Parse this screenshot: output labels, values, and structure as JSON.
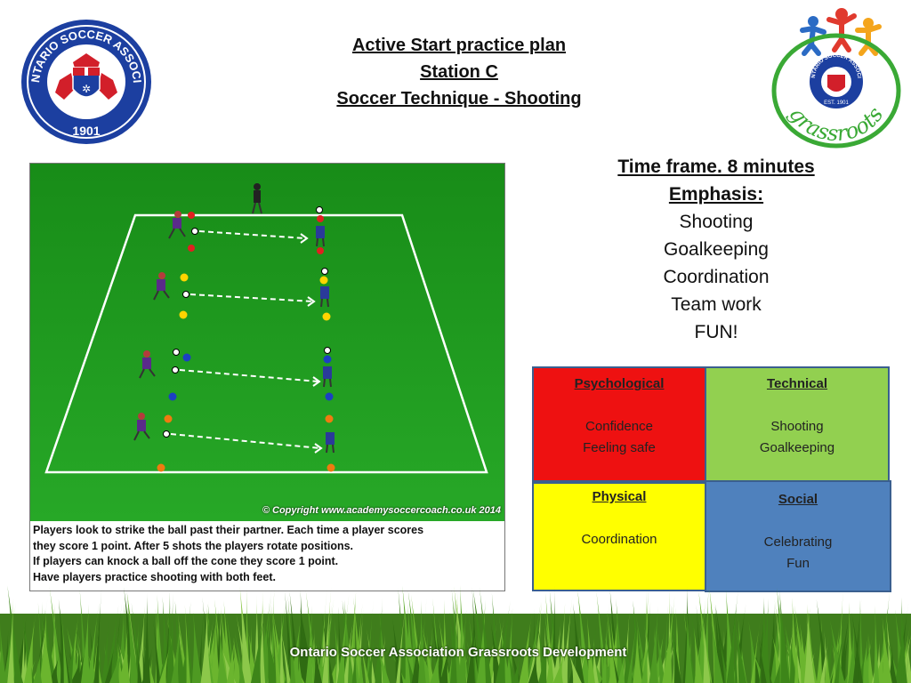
{
  "header": {
    "title_line1": "Active Start practice plan",
    "title_line2": "Station C",
    "title_line3": "Soccer Technique - Shooting"
  },
  "logos": {
    "osa_name": "THE ONTARIO SOCCER ASSOCIATION",
    "osa_year": "1901",
    "grassroots_word": "grassroots",
    "grassroots_inner": "THE ONTARIO SOCCER ASSOCIATION",
    "grassroots_est": "EST. 1901"
  },
  "drill": {
    "copyright": "© Copyright www.academysoccercoach.co.uk 2014",
    "instructions": [
      "Players look to strike the ball past their partner. Each time a player scores",
      "they score 1 point. After 5 shots the players rotate positions.",
      "If players can knock a ball off the cone they score 1 point.",
      "Have players practice shooting with both feet."
    ]
  },
  "info": {
    "time_frame": "Time frame. 8 minutes",
    "emphasis_heading": "Emphasis:",
    "emphasis_items": [
      "Shooting",
      "Goalkeeping",
      "Coordination",
      "Team work",
      "FUN!"
    ]
  },
  "quadrants": {
    "psychological": {
      "heading": "Psychological",
      "lines": [
        "Confidence",
        "Feeling safe"
      ]
    },
    "technical": {
      "heading": "Technical",
      "lines": [
        "Shooting",
        "Goalkeeping"
      ]
    },
    "physical": {
      "heading": "Physical",
      "lines": [
        "Coordination"
      ]
    },
    "social": {
      "heading": "Social",
      "lines": [
        "Celebrating",
        "Fun"
      ]
    }
  },
  "footer": {
    "text": "Ontario Soccer Association  Grassroots Development"
  },
  "colors": {
    "pitch_green": "#1e9a1e",
    "psych_red": "#ee1111",
    "tech_green": "#92d050",
    "phys_yellow": "#ffff00",
    "social_blue": "#4f81bd"
  }
}
